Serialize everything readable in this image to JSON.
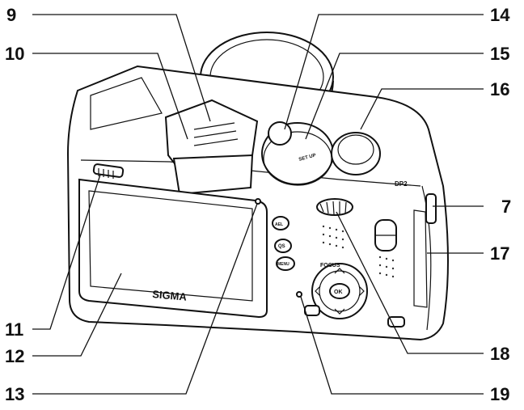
{
  "callouts": [
    "9",
    "10",
    "14",
    "15",
    "16",
    "7",
    "17",
    "11",
    "12",
    "13",
    "18",
    "19"
  ],
  "camera_labels": {
    "brand": "SIGMA",
    "model": "DP2",
    "ael": "AEL",
    "ok": "OK",
    "menu": "MENU",
    "focus": "FOCUS",
    "setup": "SET UP",
    "qs": "QS"
  }
}
